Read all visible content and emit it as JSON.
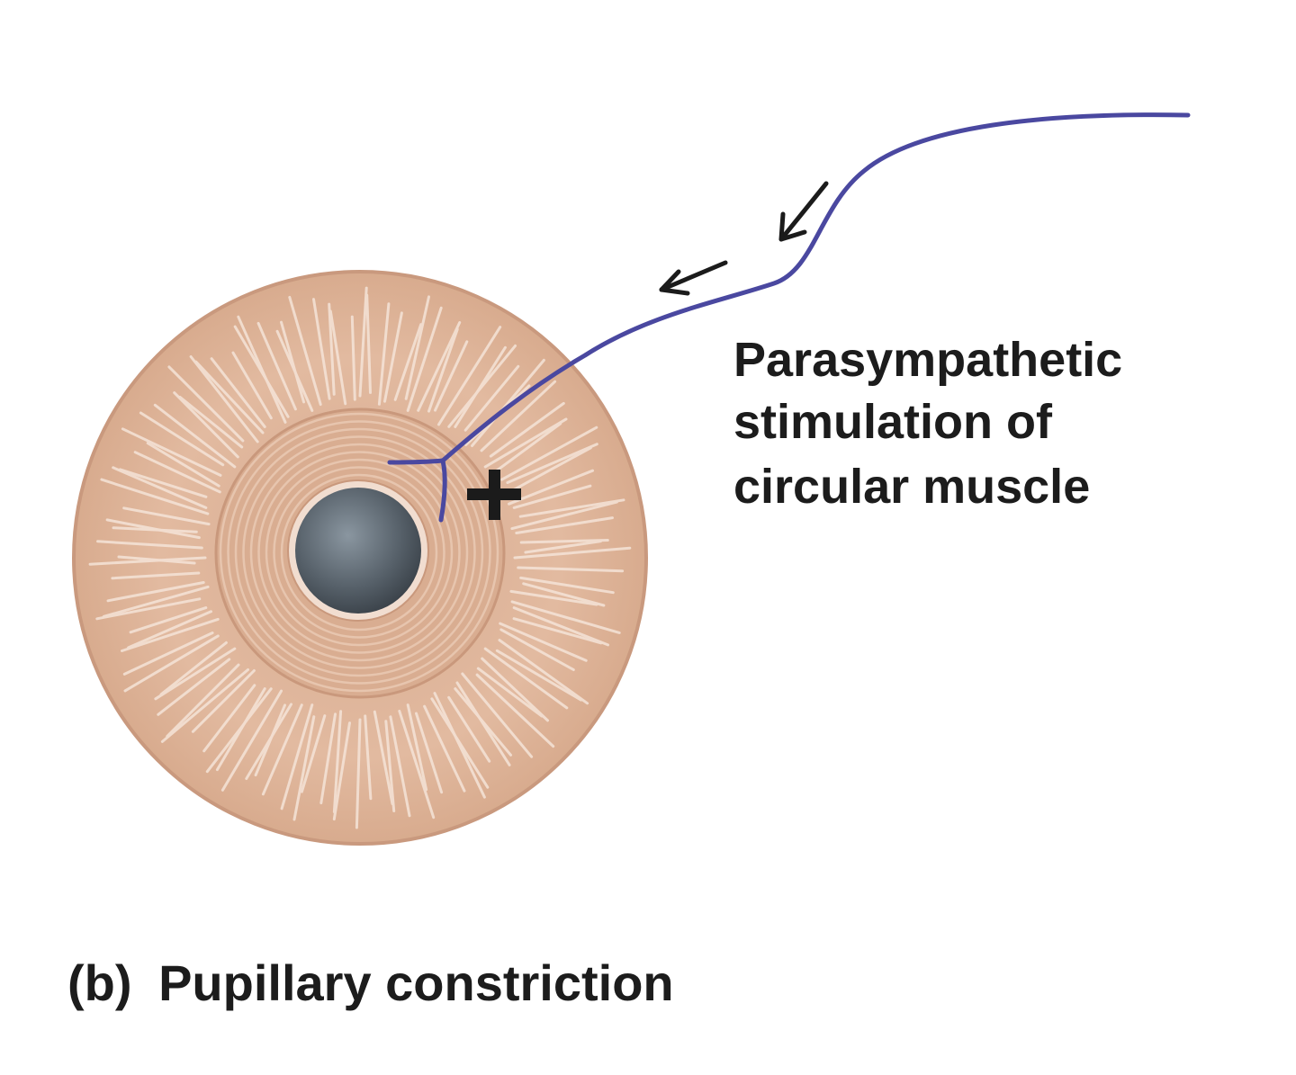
{
  "diagram": {
    "annotation_lines": [
      "Parasympathetic",
      "stimulation of",
      "circular muscle"
    ],
    "plus_sign": "+",
    "caption_part_label": "(b)",
    "caption_text": "Pupillary constriction"
  },
  "colors": {
    "iris": "#e0b69c",
    "iris_rim": "#c9997e",
    "iris_inner_ring": "#d6a98d",
    "iris_fibers": "#f5e4d8",
    "pupil": "#5c6670",
    "nerve": "#4a48a0",
    "text": "#1c1c1c"
  },
  "icons": {
    "plus": "plus-icon",
    "arrow": "arrow-left-down-icon"
  }
}
